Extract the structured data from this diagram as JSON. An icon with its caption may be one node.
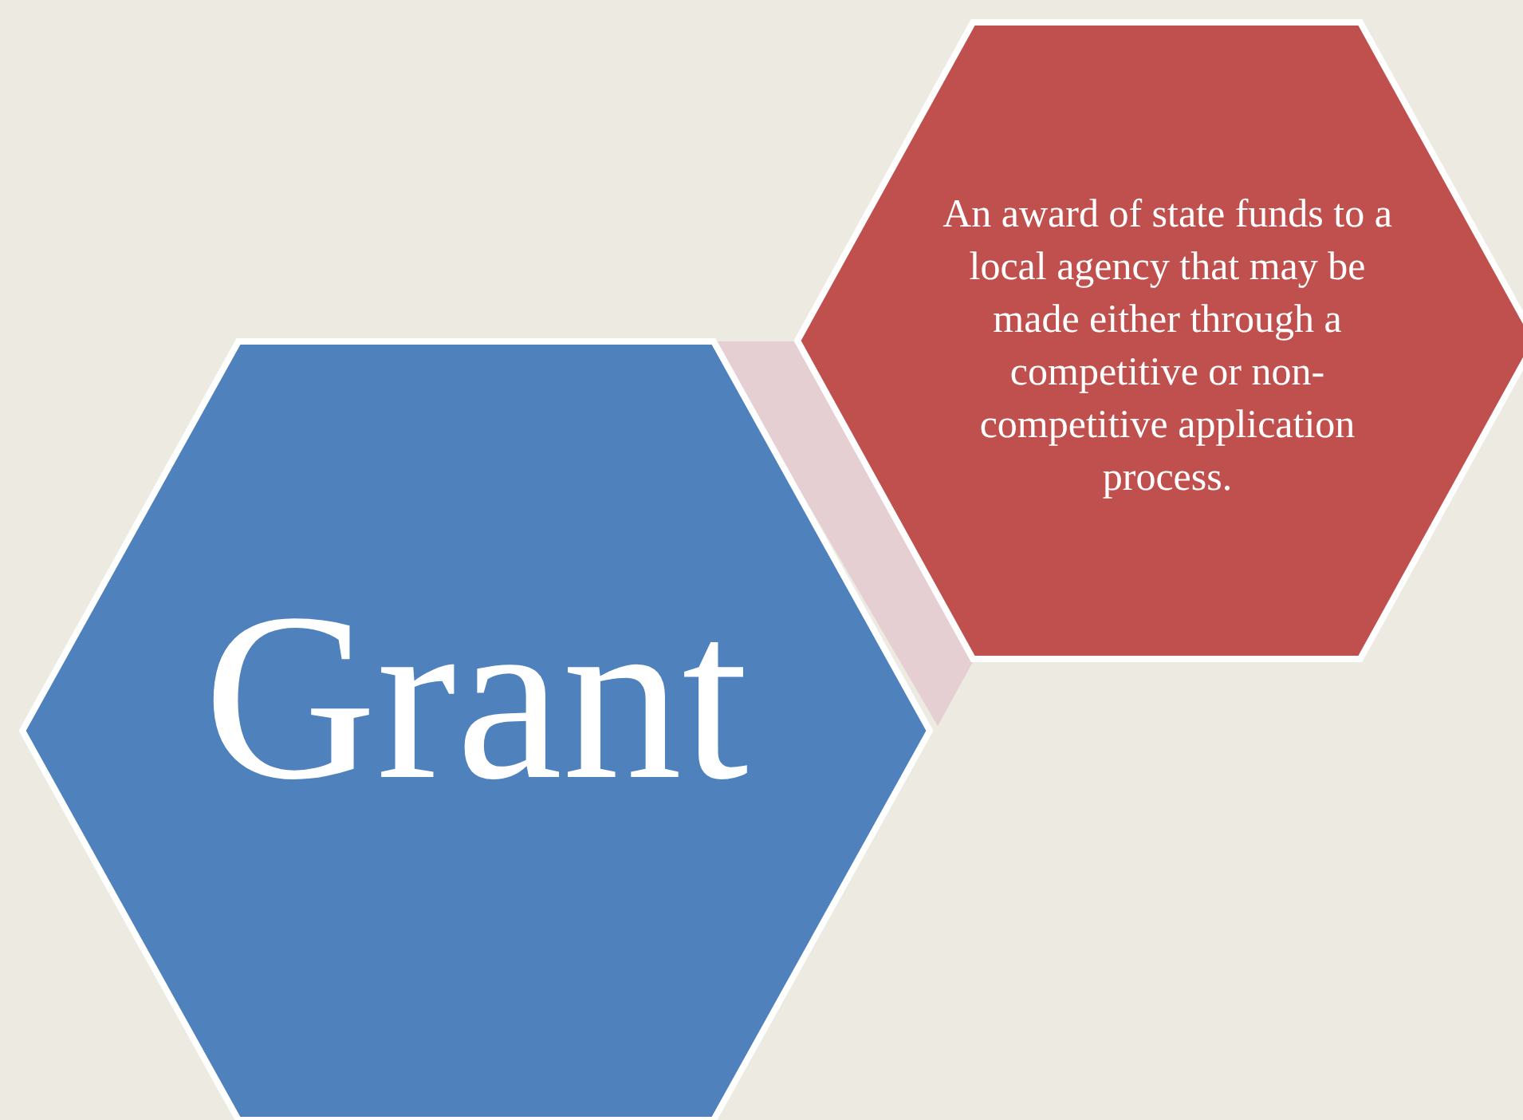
{
  "diagram": {
    "nodes": [
      {
        "text": [
          "Grant"
        ]
      },
      {
        "text": [],
        "shape": "bar"
      },
      {
        "text": [
          "An award of state funds to a local agency that may be made either through a competitive or non-competitive application process."
        ]
      }
    ]
  }
}
